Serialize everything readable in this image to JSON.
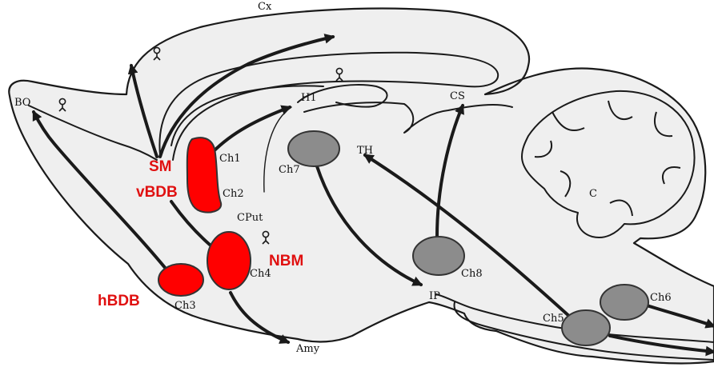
{
  "labels": {
    "cx": "Cx",
    "bo": "BO",
    "hi": "H1",
    "cs": "CS",
    "th": "TH",
    "c": "C",
    "ch1": "Ch1",
    "ch2": "Ch2",
    "ch3": "Ch3",
    "ch4": "Ch4",
    "ch5": "Ch5",
    "ch6": "Ch6",
    "ch7": "Ch7",
    "ch8": "Ch8",
    "cput": "CPut",
    "amy": "Amy",
    "ip": "IP"
  },
  "highlight_labels": {
    "sm": "SM",
    "vbdb": "vBDB",
    "nbm": "NBM",
    "hbdb": "hBDB"
  },
  "colors": {
    "highlight_text": "#e01010",
    "highlight_fill": "#ff0000",
    "nucleus_fill": "#8c8c8c",
    "tissue_fill": "#efefef",
    "line": "#1a1a1a"
  },
  "icons": [
    "receptor-icon"
  ]
}
